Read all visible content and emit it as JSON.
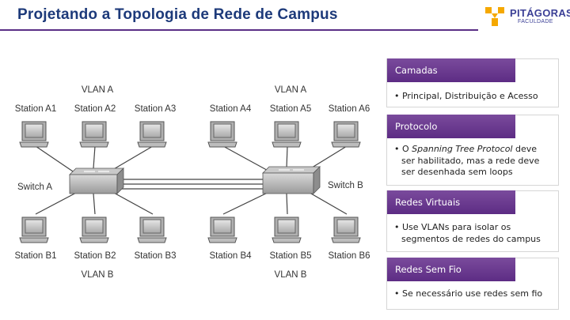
{
  "title": "Projetando a Topologia de Rede de Campus",
  "logo": {
    "name": "PITÁGORAS",
    "subtitle": "FACULDADE",
    "color": "#f5a800"
  },
  "colors": {
    "accent": "#5d2c84",
    "title": "#1d3a7a"
  },
  "diagram": {
    "vlan_top_left": "VLAN A",
    "vlan_top_right": "VLAN A",
    "vlan_bottom_left": "VLAN B",
    "vlan_bottom_right": "VLAN B",
    "switch_a": "Switch A",
    "switch_b": "Switch B",
    "stations_top": [
      "Station A1",
      "Station A2",
      "Station A3",
      "Station A4",
      "Station A5",
      "Station A6"
    ],
    "stations_bottom": [
      "Station B1",
      "Station B2",
      "Station B3",
      "Station B4",
      "Station B5",
      "Station B6"
    ]
  },
  "panel": {
    "sections": [
      {
        "heading": "Camadas",
        "lines": [
          "• Principal, Distribuição e Acesso"
        ]
      },
      {
        "heading": "Protocolo",
        "line1_prefix": "• O ",
        "line1_italic": "Spanning Tree Protocol",
        "line1_suffix": " deve",
        "lines_rest": [
          "ser habilitado, mas a rede deve",
          "ser desenhada sem loops"
        ]
      },
      {
        "heading": "Redes Virtuais",
        "lines": [
          "• Use VLANs para isolar os",
          "segmentos de redes do campus"
        ]
      },
      {
        "heading": "Redes Sem Fio",
        "lines": [
          "• Se necessário use redes sem fio"
        ]
      }
    ]
  }
}
